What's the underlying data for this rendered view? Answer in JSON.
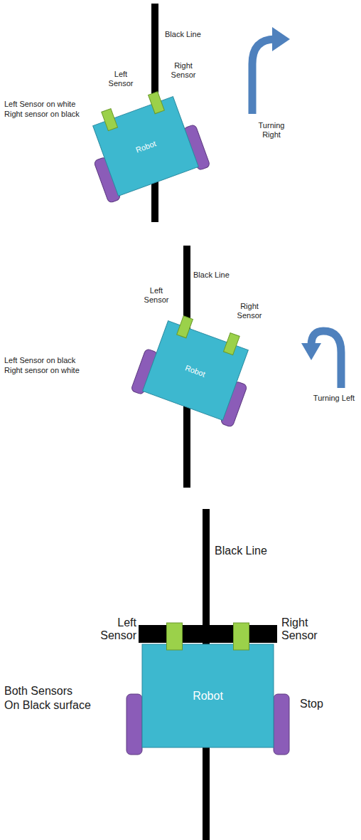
{
  "diagram": {
    "nodes": [
      {
        "text": [
          "Robot"
        ]
      },
      {
        "text": [
          "Robot"
        ]
      },
      {
        "text": [
          "Robot"
        ]
      }
    ],
    "labels": [
      "Black Line",
      "Left Sensor",
      "Right Sensor",
      "Left Sensor on white",
      "Right sensor on black",
      "Turning Right",
      "Black Line",
      "Left Sensor",
      "Right Sensor",
      "Left Sensor on black",
      "Right sensor on white",
      "Turning Left",
      "Black Line",
      "Left Sensor",
      "Right Sensor",
      "Both Sensors",
      "On Black surface",
      "Stop"
    ]
  }
}
